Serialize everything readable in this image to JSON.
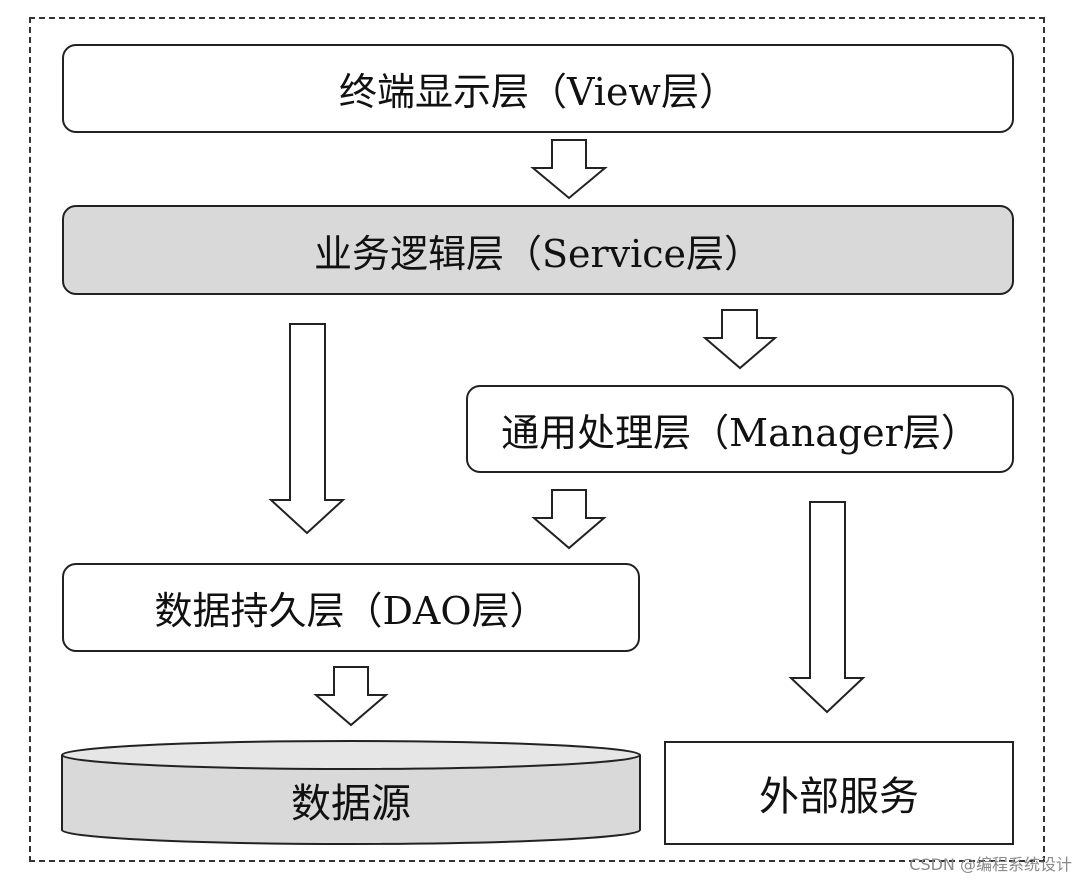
{
  "layers": {
    "view": "终端显示层（View层）",
    "service": "业务逻辑层（Service层）",
    "manager": "通用处理层（Manager层）",
    "dao": "数据持久层（DAO层）",
    "data_source": "数据源",
    "external": "外部服务"
  },
  "colors": {
    "shaded_fill": "#d9d9d9",
    "box_fill": "#ffffff",
    "border": "#222222"
  },
  "watermark": "CSDN @编程系统设计"
}
